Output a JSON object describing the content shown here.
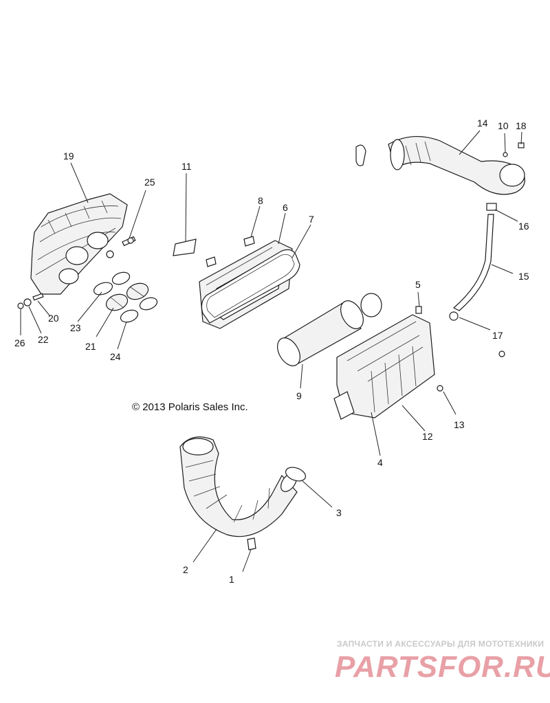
{
  "copyright": "© 2013 Polaris Sales Inc.",
  "watermark": {
    "tagline": "ЗАПЧАСТИ И АКСЕССУАРЫ ДЛЯ МОТОТЕХНИКИ",
    "brand_part1": "PARTS",
    "brand_part2": "FOR.RU",
    "brand_colors": {
      "primary": "#e8a0a6",
      "secondary": "#d0d0d0"
    }
  },
  "callouts": [
    {
      "id": "c1",
      "label": "1"
    },
    {
      "id": "c2",
      "label": "2"
    },
    {
      "id": "c3",
      "label": "3"
    },
    {
      "id": "c4",
      "label": "4"
    },
    {
      "id": "c5",
      "label": "5"
    },
    {
      "id": "c6",
      "label": "6"
    },
    {
      "id": "c7",
      "label": "7"
    },
    {
      "id": "c8",
      "label": "8"
    },
    {
      "id": "c9",
      "label": "9"
    },
    {
      "id": "c10",
      "label": "10"
    },
    {
      "id": "c11",
      "label": "11"
    },
    {
      "id": "c12",
      "label": "12"
    },
    {
      "id": "c13",
      "label": "13"
    },
    {
      "id": "c14",
      "label": "14"
    },
    {
      "id": "c15",
      "label": "15"
    },
    {
      "id": "c16",
      "label": "16"
    },
    {
      "id": "c17",
      "label": "17"
    },
    {
      "id": "c18",
      "label": "18"
    },
    {
      "id": "c19",
      "label": "19"
    },
    {
      "id": "c20",
      "label": "20"
    },
    {
      "id": "c21",
      "label": "21"
    },
    {
      "id": "c22",
      "label": "22"
    },
    {
      "id": "c23",
      "label": "23"
    },
    {
      "id": "c24",
      "label": "24"
    },
    {
      "id": "c25",
      "label": "25"
    },
    {
      "id": "c26",
      "label": "26"
    }
  ]
}
